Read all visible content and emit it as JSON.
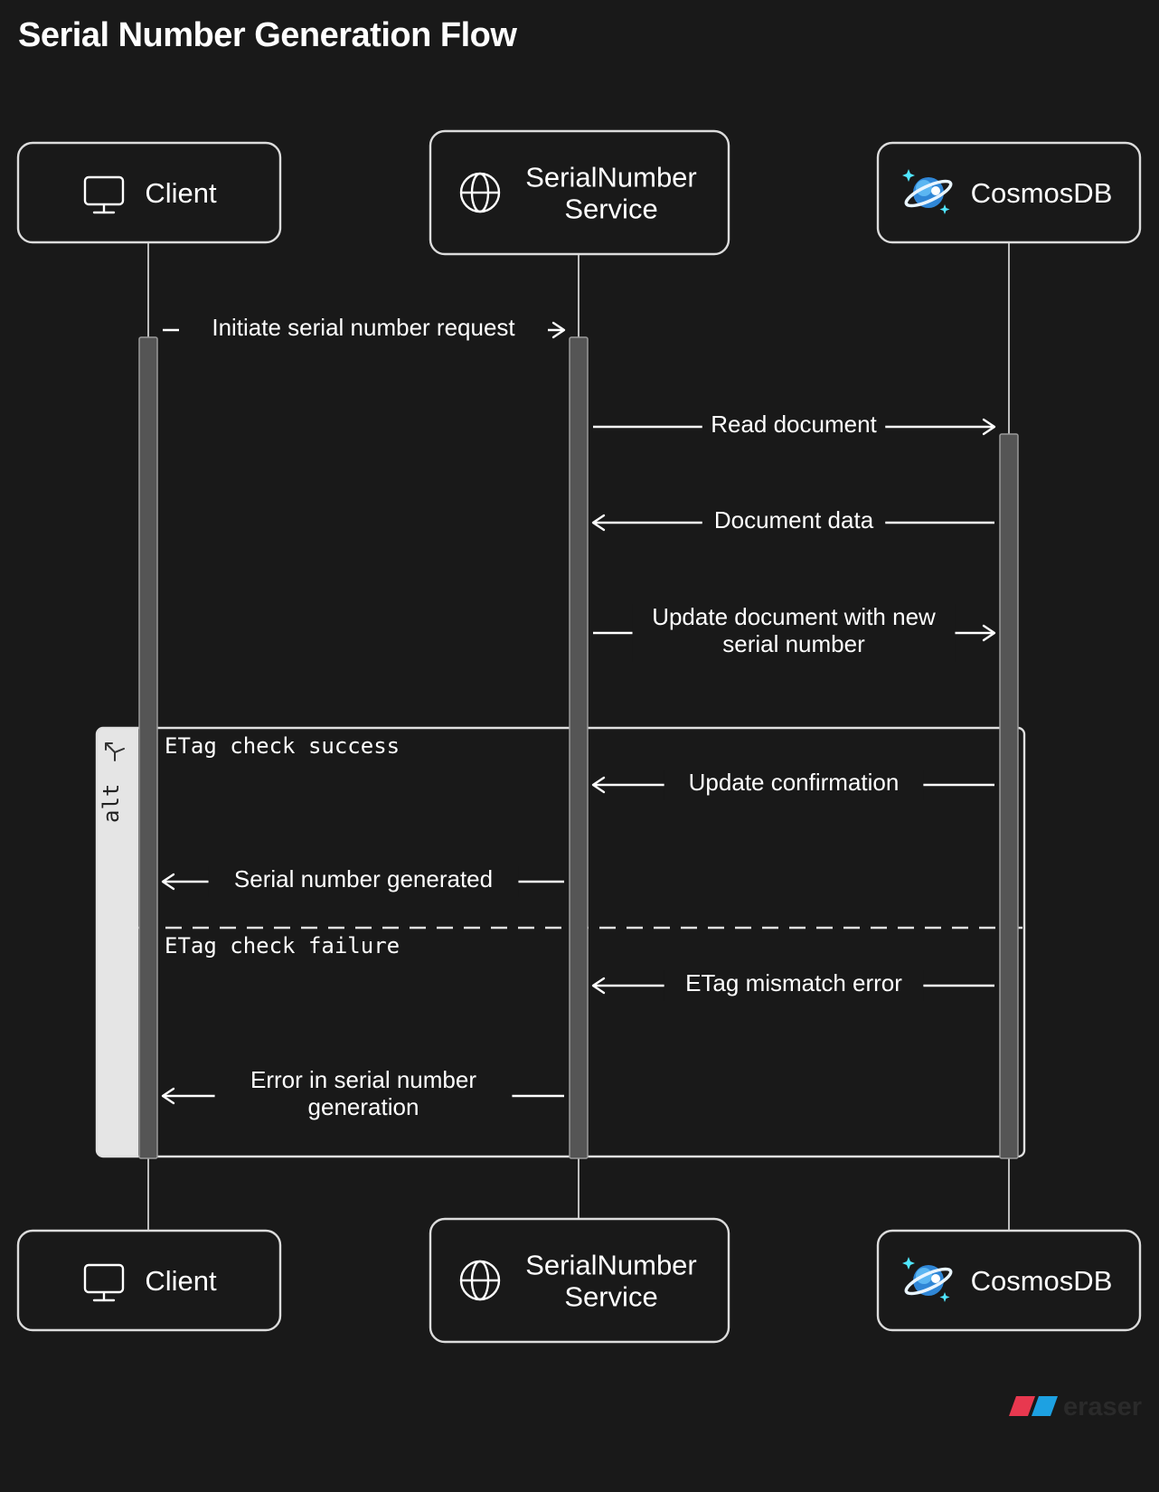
{
  "title": "Serial Number Generation Flow",
  "participants": [
    {
      "id": "client",
      "label_lines": [
        "Client"
      ],
      "icon": "monitor-icon"
    },
    {
      "id": "service",
      "label_lines": [
        "SerialNumber",
        "Service"
      ],
      "icon": "globe-icon"
    },
    {
      "id": "cosmos",
      "label_lines": [
        "CosmosDB"
      ],
      "icon": "cosmosdb-planet-icon"
    }
  ],
  "messages": [
    {
      "name": "initiate-request",
      "lines": [
        "Initiate serial number request"
      ],
      "from": "client",
      "to": "service"
    },
    {
      "name": "read-document",
      "lines": [
        "Read document"
      ],
      "from": "service",
      "to": "cosmos"
    },
    {
      "name": "document-data",
      "lines": [
        "Document data"
      ],
      "from": "cosmos",
      "to": "service"
    },
    {
      "name": "update-document",
      "lines": [
        "Update document with new",
        "serial number"
      ],
      "from": "service",
      "to": "cosmos"
    },
    {
      "name": "update-confirmation",
      "lines": [
        "Update confirmation"
      ],
      "from": "cosmos",
      "to": "service"
    },
    {
      "name": "serial-generated",
      "lines": [
        "Serial number generated"
      ],
      "from": "service",
      "to": "client"
    },
    {
      "name": "etag-mismatch",
      "lines": [
        "ETag mismatch error"
      ],
      "from": "cosmos",
      "to": "service"
    },
    {
      "name": "error-generation",
      "lines": [
        "Error in serial number",
        "generation"
      ],
      "from": "service",
      "to": "client"
    }
  ],
  "alt_block": {
    "label": "alt",
    "sections": [
      "ETag check success",
      "ETag check failure"
    ]
  },
  "brand": {
    "text": "eraser",
    "colors": [
      "#e8384f",
      "#1da1e2"
    ]
  },
  "colors": {
    "background": "#191919",
    "stroke": "#e0e0e0",
    "activation": "#555555",
    "alt_sidebar": "#e5e5e5"
  }
}
